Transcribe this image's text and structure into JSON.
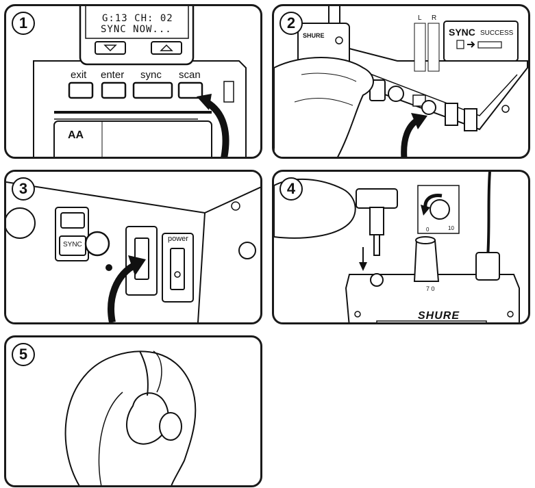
{
  "steps": [
    {
      "number": "1"
    },
    {
      "number": "2"
    },
    {
      "number": "3"
    },
    {
      "number": "4"
    },
    {
      "number": "5"
    }
  ],
  "panel1": {
    "lcd_line1": "G:13 CH: 02",
    "lcd_line2": "SYNC NOW...",
    "buttons": [
      "exit",
      "enter",
      "sync",
      "scan"
    ],
    "battery_label": "AA"
  },
  "panel2": {
    "brand": "SHURE",
    "meter_left": "L",
    "meter_right": "R",
    "sync_title": "SYNC",
    "sync_status": "SUCCESS"
  },
  "panel3": {
    "sync_button": "SYNC",
    "power_label": "power"
  },
  "panel4": {
    "knob_max": "10",
    "knob_min": "0",
    "scale_text": "7 0",
    "brand": "SHURE"
  },
  "colors": {
    "ink": "#111111",
    "panel_border": "#1a1a1a",
    "background": "#ffffff"
  },
  "icons": [
    "arrow-curved-icon",
    "hand-icon",
    "earphone-icon",
    "ear-icon",
    "knob-icon"
  ]
}
